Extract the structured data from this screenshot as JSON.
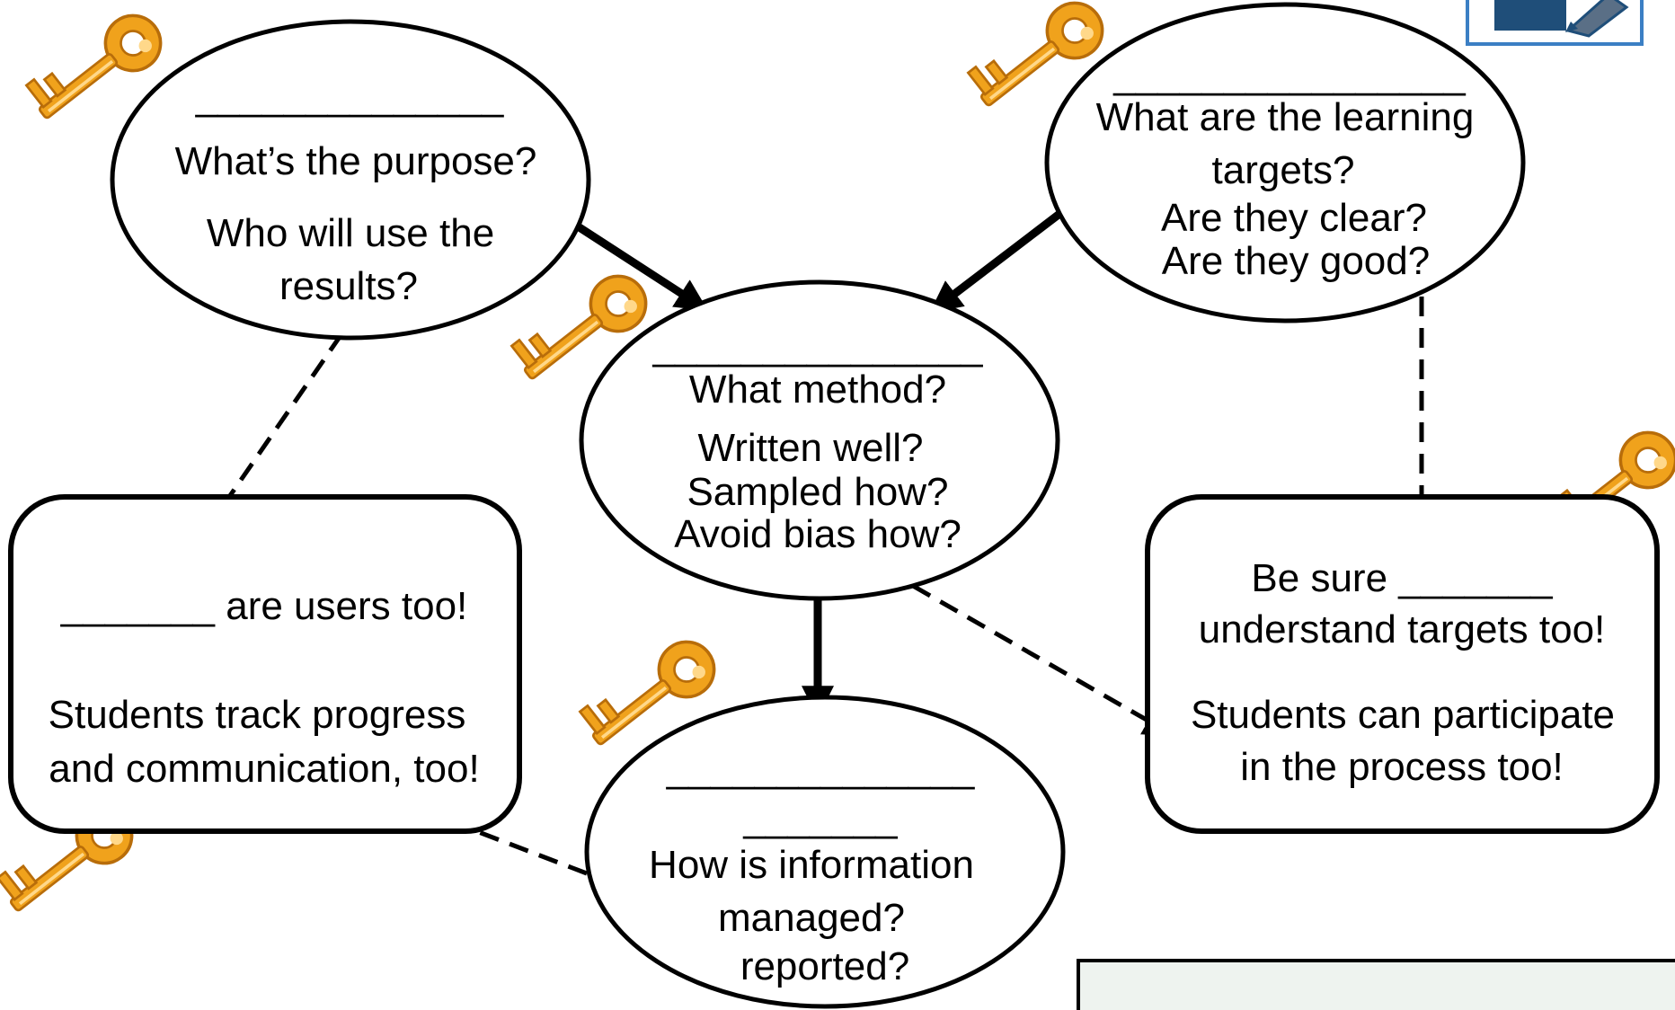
{
  "nodes": {
    "purpose": {
      "blank": "______________",
      "lines": [
        "What’s the purpose?",
        "Who will use the",
        "results?"
      ]
    },
    "targets": {
      "blank": "________________",
      "lines": [
        "What are the learning",
        "targets?",
        "Are they clear?",
        "Are they good?"
      ]
    },
    "method": {
      "blank": "_______________",
      "lines": [
        "What method?",
        "Written well?",
        "Sampled how?",
        "Avoid bias how?"
      ]
    },
    "information": {
      "blank": "______________",
      "blank2": "_______",
      "lines": [
        "How is information",
        "managed?",
        "reported?"
      ]
    },
    "users_box": {
      "blank": "_______",
      "line1_rest": " are users too!",
      "lines": [
        "Students track progress",
        "and communication, too!"
      ]
    },
    "students_box": {
      "line1": "Be sure _______",
      "lines": [
        "understand targets too!",
        "Students can participate",
        "in the process too!"
      ]
    }
  },
  "icons": [
    "key-icon",
    "key-icon",
    "key-icon",
    "key-icon",
    "key-icon",
    "key-icon",
    "book-pen-icon"
  ],
  "colors": {
    "key": "#f0a21c",
    "key_highlight": "#ffd88a",
    "key_shadow": "#b86d0a",
    "book": "#1f4e79",
    "book_border": "#3b7fc4",
    "panel_fill": "#eef3ef"
  }
}
